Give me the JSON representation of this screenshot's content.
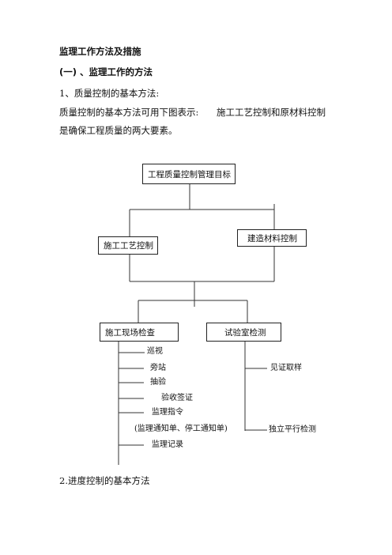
{
  "document": {
    "heading": "监理工作方法及措施",
    "subheading": "(一) 、监理工作的方法",
    "item1": "1、质量控制的基本方法:",
    "para_line1_a": "质量控制的基本方法可用下图表示:",
    "para_line1_b": "施工工艺控制和原材料控制",
    "para_line2": "是确保工程质量的两大要素。",
    "item2": "2.进度控制的基本方法"
  },
  "diagram": {
    "root": "工程质量控制管理目标",
    "level1": [
      "施工工艺控制",
      "建造材料控制"
    ],
    "level2": [
      "施工现场检查",
      "试验室检测"
    ],
    "site_items": [
      "巡视",
      "旁站",
      "抽验",
      "验收签证",
      "监理指令",
      "(监理通知单、停工通知单)",
      "监理记录"
    ],
    "lab_items": [
      "见证取样",
      "独立平行检测"
    ]
  }
}
